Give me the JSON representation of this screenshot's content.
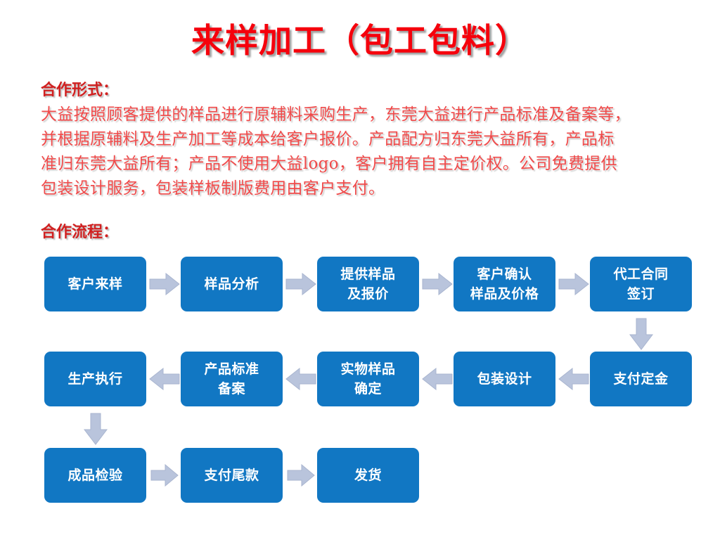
{
  "title": "来样加工（包工包料）",
  "sections": {
    "form_heading": "合作形式：",
    "flow_heading": "合作流程："
  },
  "body_lines": [
    "大益按照顾客提供的样品进行原辅料采购生产，东莞大益进行产品标准及备案等，",
    "并根据原辅料及生产加工等成本给客户报价。产品配方归东莞大益所有，产品标",
    "准归东莞大益所有；产品不使用大益logo，客户拥有自主定价权。公司免费提供",
    "包装设计服务，包装样板制版费用由客户支付。"
  ],
  "colors": {
    "title_red": "#f5010c",
    "heading_red": "#d02020",
    "body_red": "#f04a4a",
    "box_blue": "#1177c3",
    "arrow_gray": "#b9c4dc",
    "arrow_outline": "#a8b4cf",
    "background": "#ffffff"
  },
  "flow": {
    "rows": [
      {
        "direction": "right",
        "steps": [
          "客户来样",
          "样品分析",
          "提供样品\n及报价",
          "客户确认\n样品及价格",
          "代工合同\n签订"
        ]
      },
      {
        "direction": "left",
        "steps": [
          "生产执行",
          "产品标准\n备案",
          "实物样品\n确定",
          "包装设计",
          "支付定金"
        ]
      },
      {
        "direction": "right",
        "steps": [
          "成品检验",
          "支付尾款",
          "发货"
        ]
      }
    ],
    "connectors": [
      {
        "name": "row1-to-row2-down-arrow",
        "direction": "down"
      },
      {
        "name": "row2-to-row3-down-arrow",
        "direction": "down"
      }
    ]
  }
}
